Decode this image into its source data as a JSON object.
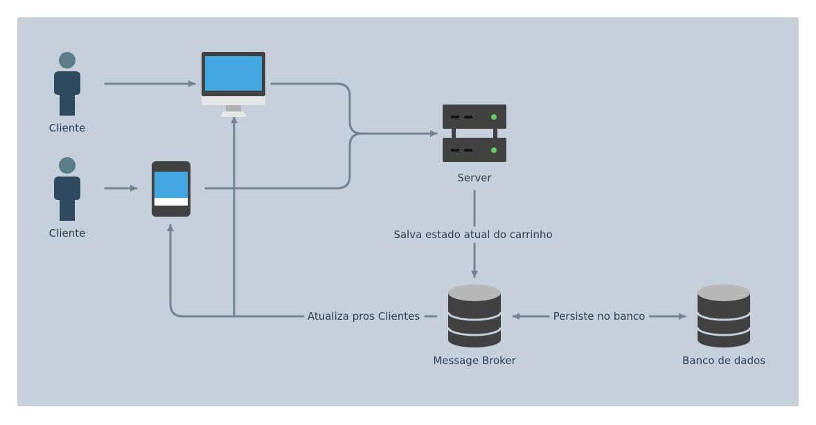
{
  "nodes": {
    "client_1": {
      "label": "Cliente"
    },
    "client_2": {
      "label": "Cliente"
    },
    "server": {
      "label": "Server"
    },
    "message_broker": {
      "label": "Message Broker"
    },
    "database": {
      "label": "Banco de dados"
    }
  },
  "edges": {
    "server_to_broker": {
      "label": "Salva estado atual do carrinho"
    },
    "broker_to_clients": {
      "label": "Atualiza pros Clientes"
    },
    "broker_database": {
      "label": "Persiste no banco"
    }
  },
  "colors": {
    "background": "#c5d0da",
    "line": "#74838f",
    "person": "#2e4a5f",
    "person_head": "#5a7d89",
    "screen": "#43a7e2",
    "device_dark": "#414141",
    "server_led": "#6dcd6b",
    "db_top": "#b8b8b8",
    "text": "#2e3e4c"
  },
  "icons": [
    "person-icon",
    "person-icon",
    "desktop-monitor-icon",
    "mobile-phone-icon",
    "server-rack-icon",
    "database-icon",
    "database-icon"
  ]
}
